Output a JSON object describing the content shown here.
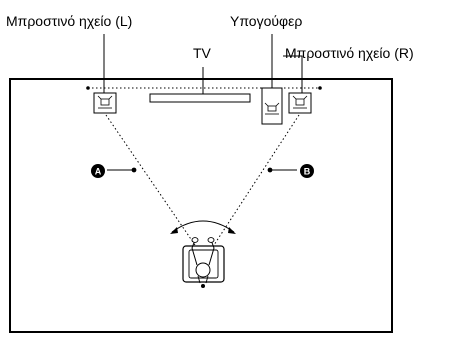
{
  "labels": {
    "front_left": "Μπροστινό ηχείο (L)",
    "subwoofer": "Υπογούφερ",
    "tv": "TV",
    "front_right": "Μπροστινό ηχείο (R)"
  },
  "markers": {
    "a": "A",
    "b": "B"
  },
  "icons": {
    "front_left_speaker": "speaker-icon",
    "front_right_speaker": "speaker-icon",
    "subwoofer": "subwoofer-icon",
    "tv": "tv-bar-icon",
    "listener": "listener-armchair-icon"
  },
  "colors": {
    "lines": "#000000",
    "marker_fill": "#000000",
    "marker_text": "#ffffff",
    "background": "#ffffff"
  }
}
